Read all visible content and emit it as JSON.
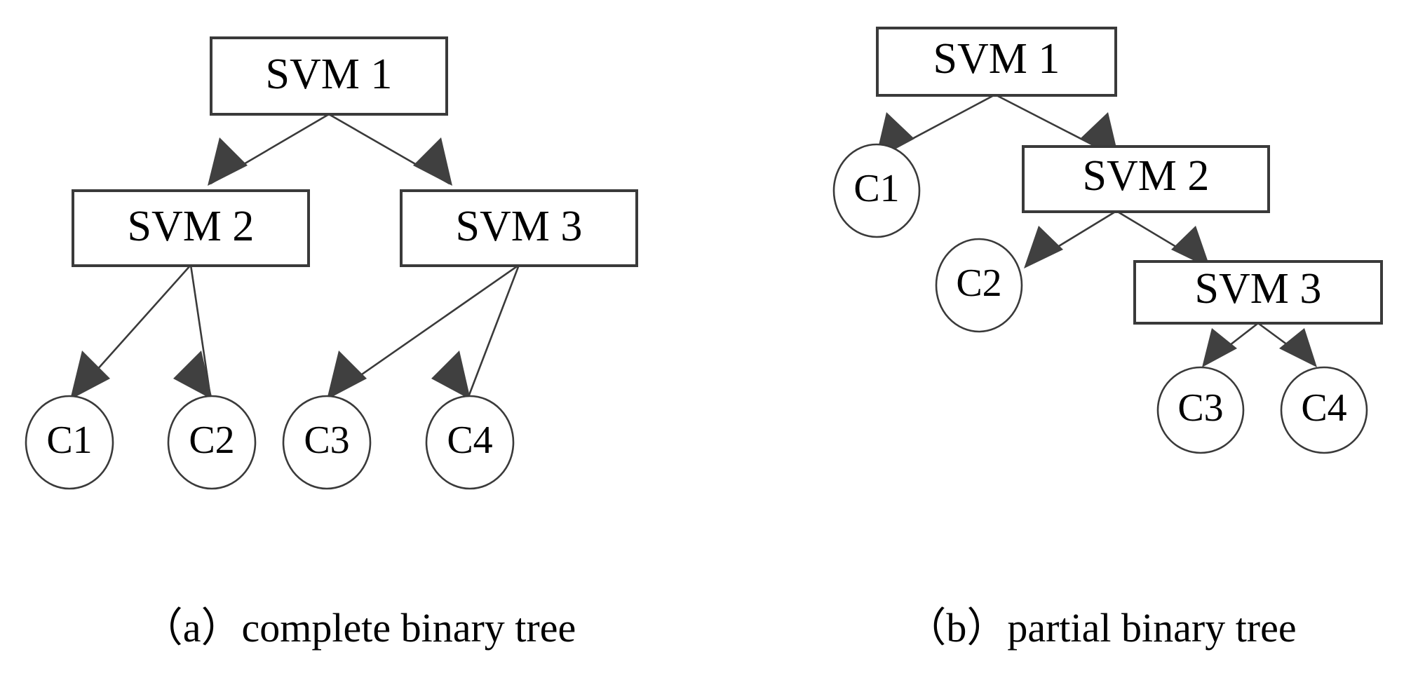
{
  "figure": {
    "type": "diagram",
    "description": "Two SVM binary decision tree structures",
    "colors": {
      "background": "#ffffff",
      "stroke": "#3a3a3a",
      "arrow_fill": "#404040",
      "text": "#000000"
    }
  },
  "panels": [
    {
      "id": "a",
      "caption": "（a）complete binary tree",
      "nodes": {
        "root": "SVM 1",
        "level2_left": "SVM 2",
        "level2_right": "SVM 3",
        "leaf1": "C1",
        "leaf2": "C2",
        "leaf3": "C3",
        "leaf4": "C4"
      },
      "edges": [
        {
          "from": "SVM 1",
          "to": "SVM 2"
        },
        {
          "from": "SVM 1",
          "to": "SVM 3"
        },
        {
          "from": "SVM 2",
          "to": "C1"
        },
        {
          "from": "SVM 2",
          "to": "C2"
        },
        {
          "from": "SVM 3",
          "to": "C3"
        },
        {
          "from": "SVM 3",
          "to": "C4"
        }
      ]
    },
    {
      "id": "b",
      "caption": "（b）partial binary tree",
      "nodes": {
        "root": "SVM 1",
        "leaf1": "C1",
        "level2": "SVM 2",
        "leaf2": "C2",
        "level3": "SVM 3",
        "leaf3": "C3",
        "leaf4": "C4"
      },
      "edges": [
        {
          "from": "SVM 1",
          "to": "C1"
        },
        {
          "from": "SVM 1",
          "to": "SVM 2"
        },
        {
          "from": "SVM 2",
          "to": "C2"
        },
        {
          "from": "SVM 2",
          "to": "SVM 3"
        },
        {
          "from": "SVM 3",
          "to": "C3"
        },
        {
          "from": "SVM 3",
          "to": "C4"
        }
      ]
    }
  ]
}
